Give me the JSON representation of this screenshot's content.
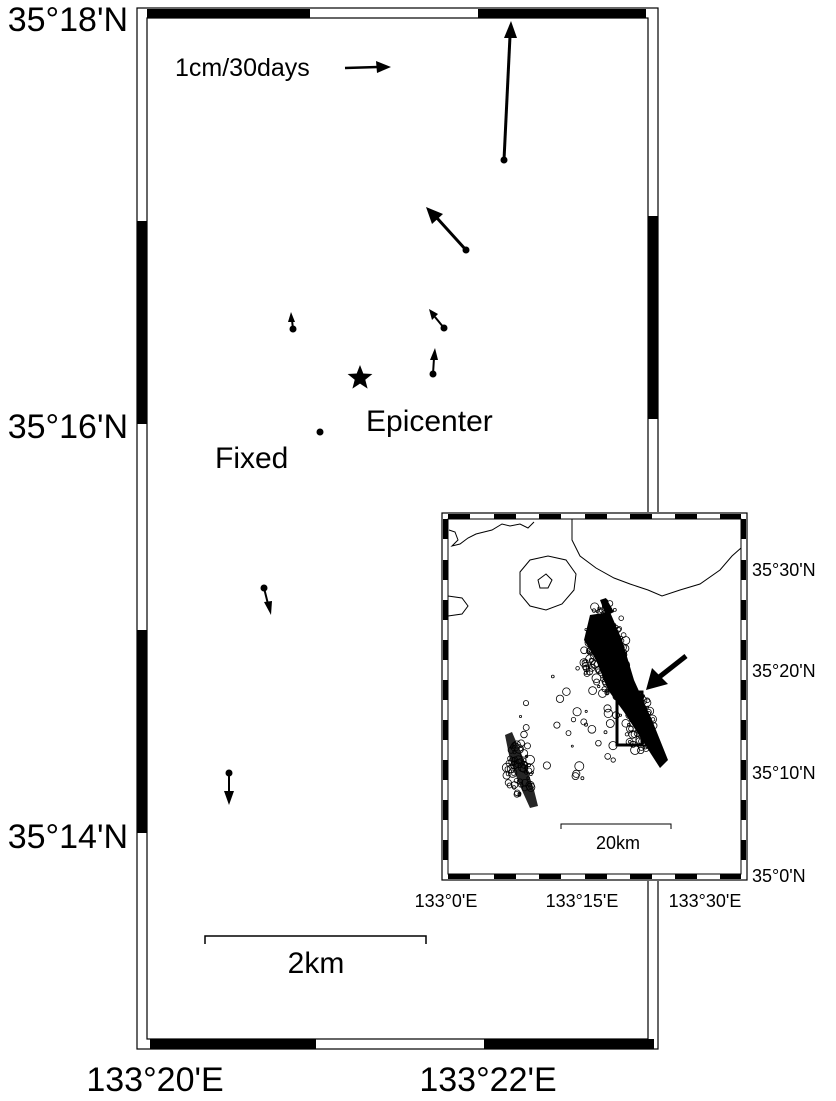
{
  "main_map": {
    "lat_labels": [
      "35°18'N",
      "35°16'N",
      "35°14'N"
    ],
    "lon_labels": [
      "133°20'E",
      "133°22'E"
    ],
    "vector_scale_label": "1cm/30days",
    "epicenter_label": "Epicenter",
    "fixed_label": "Fixed",
    "scale_bar_label": "2km",
    "stations": [
      {
        "id": "S1",
        "arrow": "long north"
      },
      {
        "id": "S2",
        "arrow": "north-west"
      },
      {
        "id": "S3",
        "arrow": "small north-west"
      },
      {
        "id": "S4",
        "arrow": "small north"
      },
      {
        "id": "S5",
        "arrow": "small north"
      },
      {
        "id": "S6",
        "arrow": "fixed"
      },
      {
        "id": "S7",
        "arrow": "south"
      },
      {
        "id": "S8",
        "arrow": "south"
      }
    ]
  },
  "inset_map": {
    "lat_labels": [
      "35°30'N",
      "35°20'N",
      "35°10'N",
      "35°0'N"
    ],
    "lon_labels": [
      "133°0'E",
      "133°15'E",
      "133°30'E"
    ],
    "scale_bar_label": "20km"
  },
  "colors": {
    "ink": "#000000",
    "paper": "#ffffff"
  }
}
